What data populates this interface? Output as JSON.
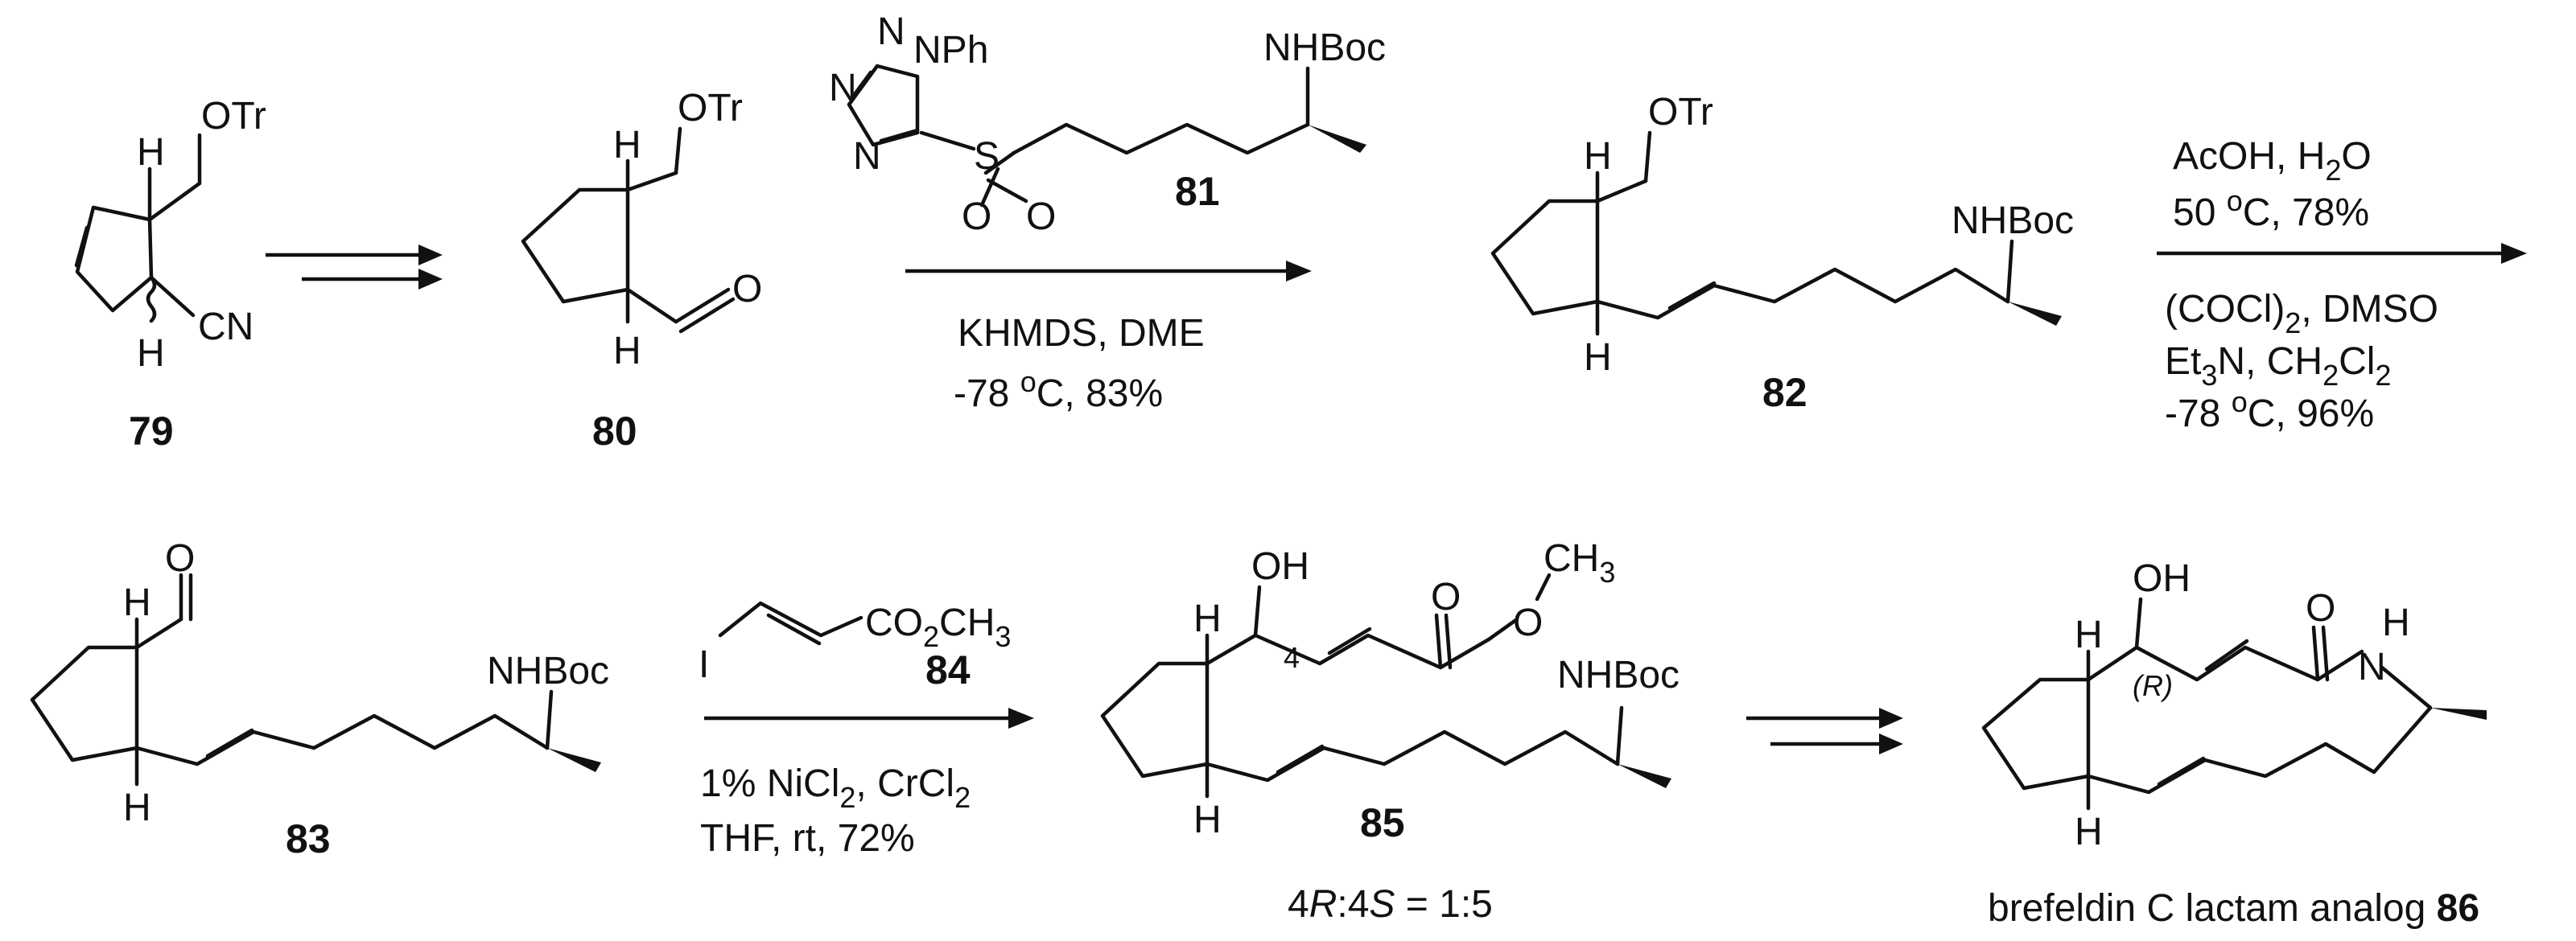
{
  "compounds": {
    "c79": {
      "number": "79",
      "labels": {
        "OTr": "OTr",
        "H_top": "H",
        "H_bottom": "H",
        "CN": "CN"
      }
    },
    "c80": {
      "number": "80",
      "labels": {
        "OTr": "OTr",
        "H_top": "H",
        "H_bottom": "H",
        "O": "O"
      }
    },
    "c81": {
      "number": "81",
      "labels": {
        "N1": "N",
        "N2": "N",
        "N3": "N",
        "NPh": "N",
        "Ph": "Ph",
        "S": "S",
        "O1": "O",
        "O2": "O",
        "NHBoc": "NHBoc"
      }
    },
    "c82": {
      "number": "82",
      "labels": {
        "OTr": "OTr",
        "H_top": "H",
        "H_bottom": "H",
        "NHBoc": "NHBoc"
      }
    },
    "c83": {
      "number": "83",
      "labels": {
        "O": "O",
        "H_top": "H",
        "H_bottom": "H",
        "NHBoc": "NHBoc"
      }
    },
    "c84": {
      "number": "84",
      "labels": {
        "I": "I",
        "CO2CH3": "CO"
      }
    },
    "c85": {
      "number": "85",
      "labels": {
        "OH": "OH",
        "H_top": "H",
        "H_bottom": "H",
        "C4": "4",
        "O_carbonyl": "O",
        "O_ester": "O",
        "CH3": "CH",
        "NHBoc": "NHBoc"
      },
      "ratio": {
        "a": "4",
        "b": "R",
        "c": ":4",
        "d": "S",
        "e": " = 1:5"
      }
    },
    "c86": {
      "name": "brefeldin C lactam analog ",
      "number": "86",
      "labels": {
        "OH": "OH",
        "H_top": "H",
        "H_bottom": "H",
        "R": "(R)",
        "O": "O",
        "NH_N": "N",
        "NH_H": "H"
      }
    }
  },
  "conditions": {
    "step81": {
      "line1": "KHMDS, DME",
      "line2a": "-78 ",
      "line2b": "o",
      "line2c": "C, 83%"
    },
    "step82": {
      "line1a": "AcOH, H",
      "line1b": "2",
      "line1c": "O",
      "line2a": "50 ",
      "line2b": "o",
      "line2c": "C, 78%",
      "line3a": "(COCl)",
      "line3b": "2",
      "line3c": ", DMSO",
      "line4a": "Et",
      "line4b": "3",
      "line4c": "N, CH",
      "line4d": "2",
      "line4e": "Cl",
      "line4f": "2",
      "line5a": "-78 ",
      "line5b": "o",
      "line5c": "C, 96%"
    },
    "step84": {
      "line1a": "1% NiCl",
      "line1b": "2",
      "line1c": ", CrCl",
      "line1d": "2",
      "line2": "THF, rt, 72%"
    }
  }
}
